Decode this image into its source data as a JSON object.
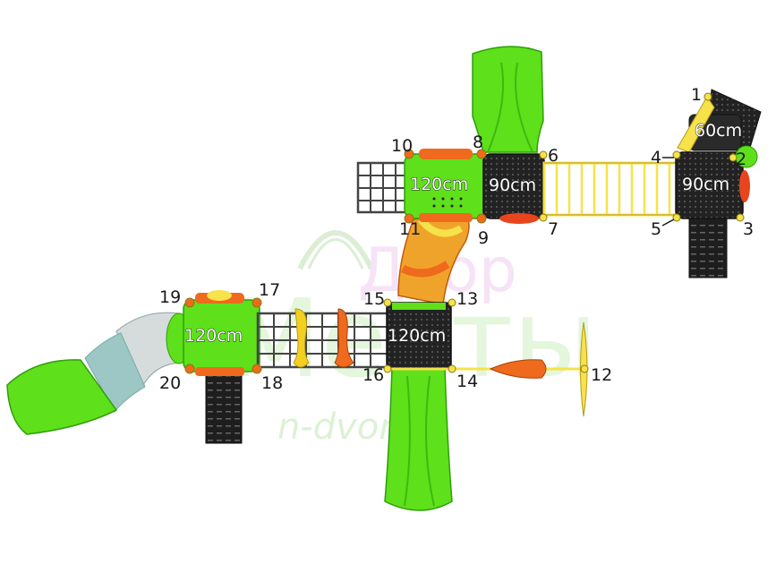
{
  "platforms": [
    {
      "id": "p60",
      "label": "60cm"
    },
    {
      "id": "p90r",
      "label": "90cm"
    },
    {
      "id": "p90c",
      "label": "90cm"
    },
    {
      "id": "p120t",
      "label": "120cm"
    },
    {
      "id": "p120l",
      "label": "120cm"
    },
    {
      "id": "p120c",
      "label": "120cm"
    }
  ],
  "posts": [
    "1",
    "2",
    "3",
    "4",
    "5",
    "6",
    "7",
    "8",
    "9",
    "10",
    "11",
    "12",
    "13",
    "14",
    "15",
    "16",
    "17",
    "18",
    "19",
    "20"
  ],
  "watermark": {
    "line1": "Двор",
    "line2": "Мечты",
    "url": "n-dvor.ru"
  },
  "colors": {
    "green": "#5ee01a",
    "green_dark": "#2f9e0c",
    "black": "#222222",
    "grid": "#555555",
    "yellow": "#f6e24a",
    "orange": "#ef6a1c",
    "red_orange": "#e8451e",
    "grey_tube": "#cfd6d6"
  }
}
